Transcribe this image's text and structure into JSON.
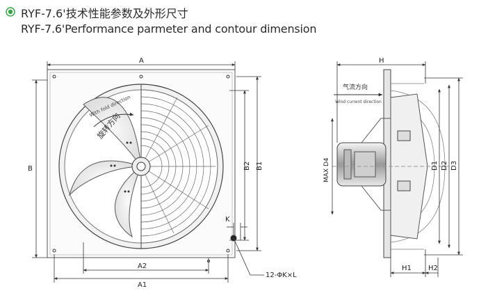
{
  "header": {
    "title_zh": "RYF-7.6'技术性能参数及外形尺寸",
    "title_en": "RYF-7.6'Performance parmeter and contour dimension",
    "bullet_color": "#3aa34a"
  },
  "front_view": {
    "dims": {
      "A": "A",
      "B": "B",
      "A1": "A1",
      "A2": "A2",
      "B1": "B1",
      "B2": "B2",
      "K": "K",
      "hole_callout": "12-ΦK×L"
    },
    "blade_label_arc": "With fold direction",
    "blade_label_zh": "旋转方向"
  },
  "side_view": {
    "dims": {
      "H": "H",
      "H1": "H1",
      "H2": "H2",
      "D1": "D1",
      "D2": "D2",
      "D3": "D3",
      "D4": "MAX D4"
    },
    "airflow_zh": "气流方向",
    "airflow_en": "Wind current direction"
  }
}
